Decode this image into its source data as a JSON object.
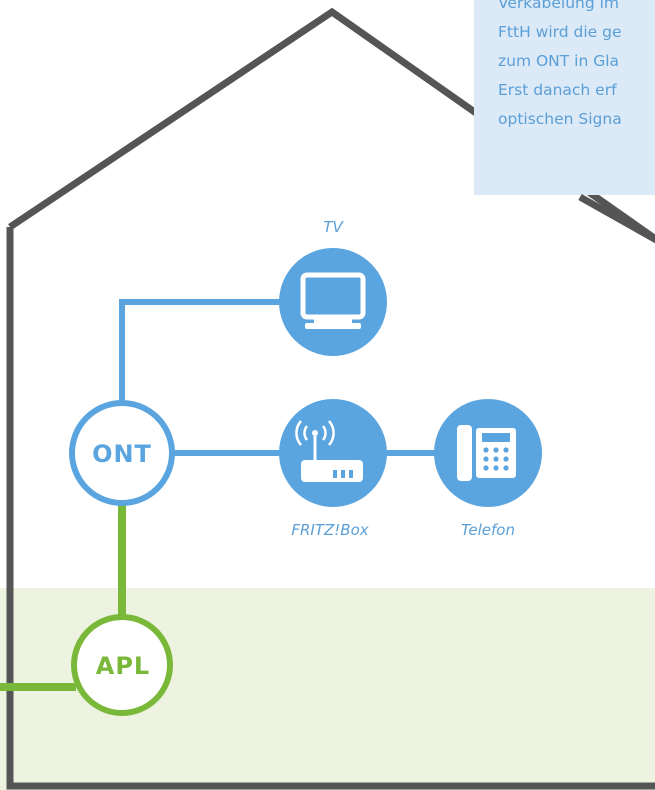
{
  "info_box": {
    "lines": [
      "Verkabelung im",
      "FttH wird die ge",
      "zum ONT in Gla",
      "Erst danach erf",
      "optischen Signa"
    ]
  },
  "nodes": {
    "ont": {
      "label": "ONT"
    },
    "apl": {
      "label": "APL"
    }
  },
  "devices": {
    "tv": {
      "label": "TV",
      "icon": "tv-icon"
    },
    "fritzbox": {
      "label": "FRITZ!Box",
      "icon": "router-icon"
    },
    "telefon": {
      "label": "Telefon",
      "icon": "phone-icon"
    }
  },
  "colors": {
    "fiber_blue": "#5aa5e0",
    "copper_green": "#7ab83a",
    "house_outline": "#555555",
    "ground_fill": "#edf3e0",
    "info_fill": "#dce9f6",
    "label_blue": "#5a9fd8"
  }
}
